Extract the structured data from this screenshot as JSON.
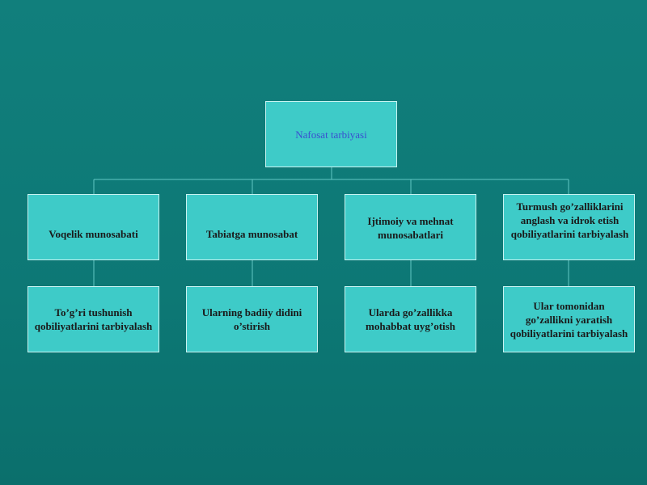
{
  "diagram": {
    "root": {
      "label": "Nafosat tarbiyasi"
    },
    "branches": [
      {
        "label": "Voqelik munosabati",
        "child": "To’g’ri  tushunish qobiliyatlarini tarbiyalash"
      },
      {
        "label": "Tabiatga munosabat",
        "child": "Ularning badiiy didini o’stirish"
      },
      {
        "label": "Ijtimoiy  va mehnat munosabatlari",
        "child": "Ularda go’zallikka mohabbat uyg’otish"
      },
      {
        "label": "Turmush  go’zalliklarini anglash va idrok etish qobiliyatlarini tarbiyalash",
        "child": "Ular tomonidan go’zallikni yaratish qobiliyatlarini tarbiyalash"
      }
    ],
    "colors": {
      "background": "#0f7b78",
      "box_fill": "#3ecbc8",
      "box_border": "#c9f3f1",
      "connector": "#62c7c4",
      "root_text": "#3a4fd0",
      "box_text": "#1a1a1a"
    }
  }
}
